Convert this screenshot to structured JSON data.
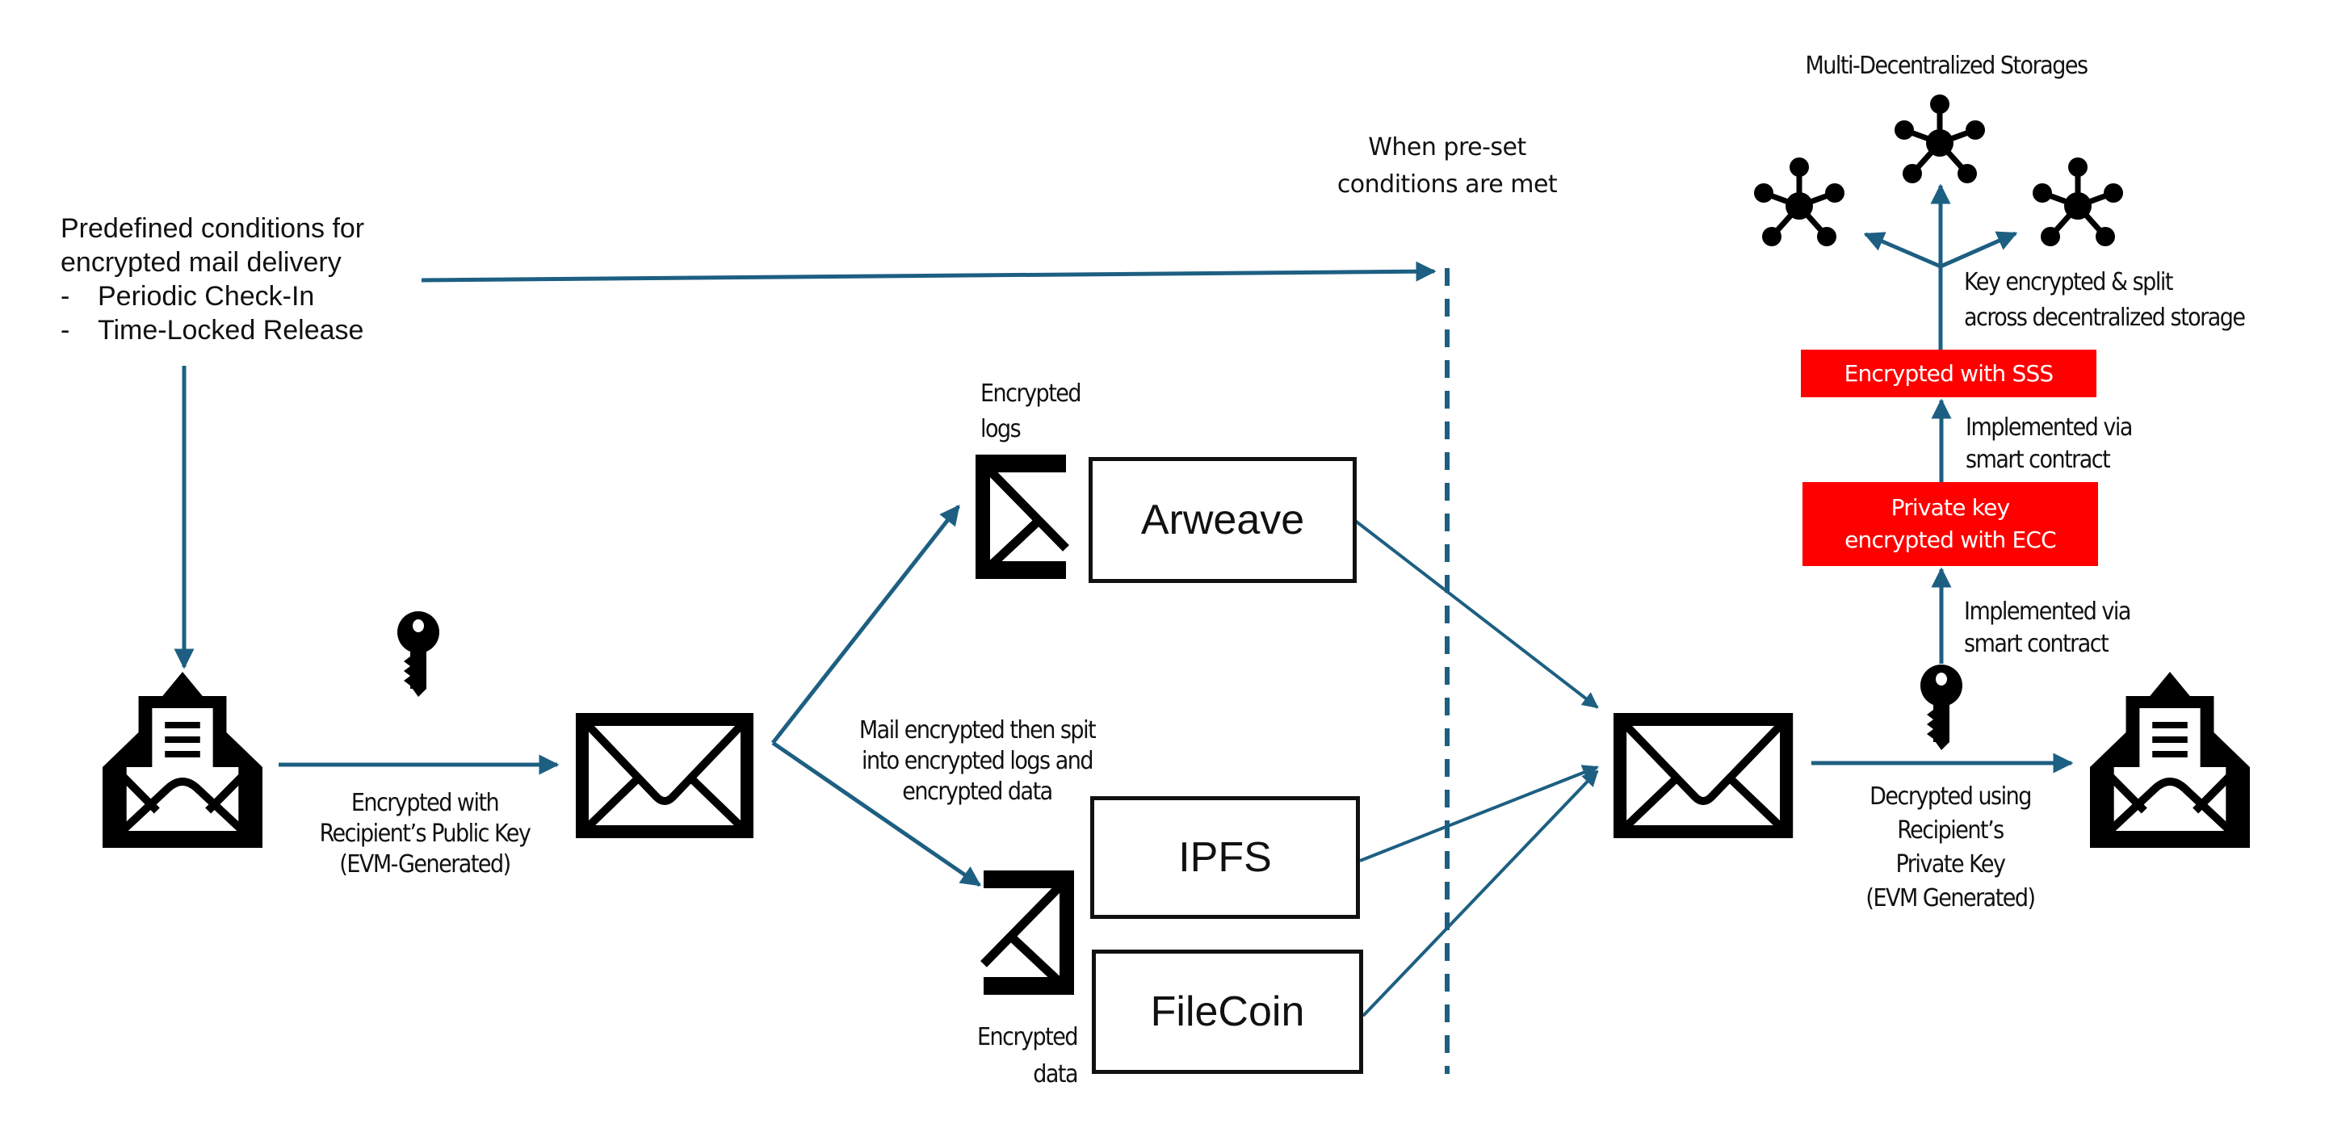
{
  "colors": {
    "arrow": "#1d5f82",
    "box_red": "#ff0000",
    "ink": "#111111"
  },
  "conditions": {
    "title_line1": "Predefined conditions for",
    "title_line2": "encrypted mail delivery",
    "items": [
      {
        "bullet": "-",
        "text": "Periodic Check-In"
      },
      {
        "bullet": "-",
        "text": "Time-Locked Release"
      }
    ]
  },
  "trigger": {
    "line1": "When pre-set",
    "line2": "conditions are met"
  },
  "encrypt_step": {
    "line1": "Encrypted with",
    "line2": "Recipient’s Public Key",
    "line3": "(EVM-Generated)"
  },
  "split_step": {
    "line1": "Mail encrypted then spit",
    "line2": "into encrypted logs and",
    "line3": "encrypted data"
  },
  "logs_label": {
    "line1": "Encrypted",
    "line2": "logs"
  },
  "data_label": {
    "line1": "Encrypted",
    "line2": "data"
  },
  "storages": {
    "arweave": "Arweave",
    "ipfs": "IPFS",
    "filecoin": "FileCoin"
  },
  "decrypt_step": {
    "line1": "Decrypted using",
    "line2": "Recipient’s",
    "line3": "Private Key",
    "line4": "(EVM Generated)"
  },
  "key_chain": {
    "ecc_box": {
      "line1": "Private key",
      "line2": "encrypted with ECC"
    },
    "sss_box": {
      "line1": "Encrypted with SSS"
    },
    "impl_label_lower": {
      "line1": "Implemented via",
      "line2": "smart contract"
    },
    "impl_label_upper": {
      "line1": "Implemented via",
      "line2": "smart contract"
    },
    "split_label": {
      "line1": "Key encrypted & split",
      "line2": "across decentralized storage"
    },
    "storages_title": "Multi-Decentralized Storages"
  },
  "icons": {
    "open_mail": "open-envelope-with-letter",
    "closed_mail": "closed-envelope",
    "key": "key",
    "logs": "encrypted-logs-half-envelope",
    "data": "encrypted-data-half-envelope",
    "network": "decentralized-network-node"
  }
}
